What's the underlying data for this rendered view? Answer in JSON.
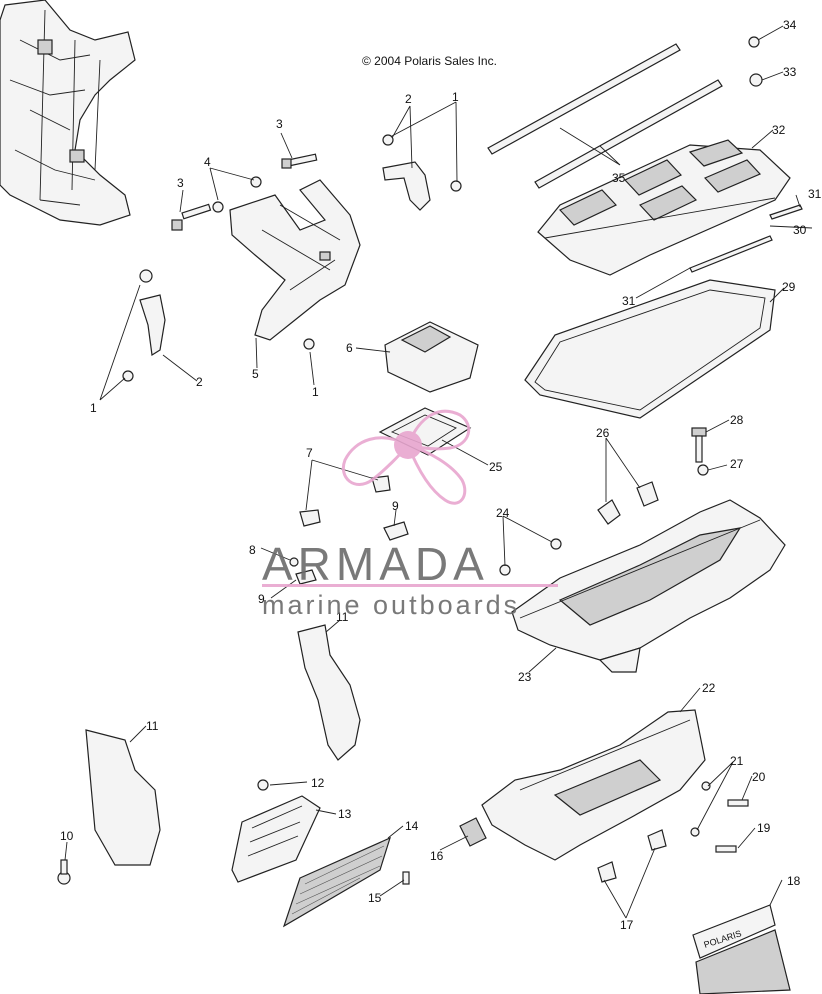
{
  "copyright": "© 2004 Polaris Sales Inc.",
  "watermark": {
    "title": "ARMADA",
    "subtitle": "marine outboards",
    "accent_color": "#e8a6cf",
    "text_color": "#6b6b6b"
  },
  "decal_text": "POLARIS",
  "callouts": {
    "c1a": "1",
    "c1b": "1",
    "c1c": "1",
    "c2a": "2",
    "c2b": "2",
    "c3a": "3",
    "c3b": "3",
    "c4": "4",
    "c5": "5",
    "c6": "6",
    "c7": "7",
    "c8": "8",
    "c9a": "9",
    "c9b": "9",
    "c10": "10",
    "c11a": "11",
    "c11b": "11",
    "c12": "12",
    "c13": "13",
    "c14": "14",
    "c15": "15",
    "c16": "16",
    "c17": "17",
    "c18": "18",
    "c19": "19",
    "c20": "20",
    "c21": "21",
    "c22": "22",
    "c23": "23",
    "c24": "24",
    "c25": "25",
    "c26": "26",
    "c27": "27",
    "c28": "28",
    "c29": "29",
    "c30": "30",
    "c31a": "31",
    "c31b": "31",
    "c32": "32",
    "c33": "33",
    "c34": "34",
    "c35": "35"
  }
}
